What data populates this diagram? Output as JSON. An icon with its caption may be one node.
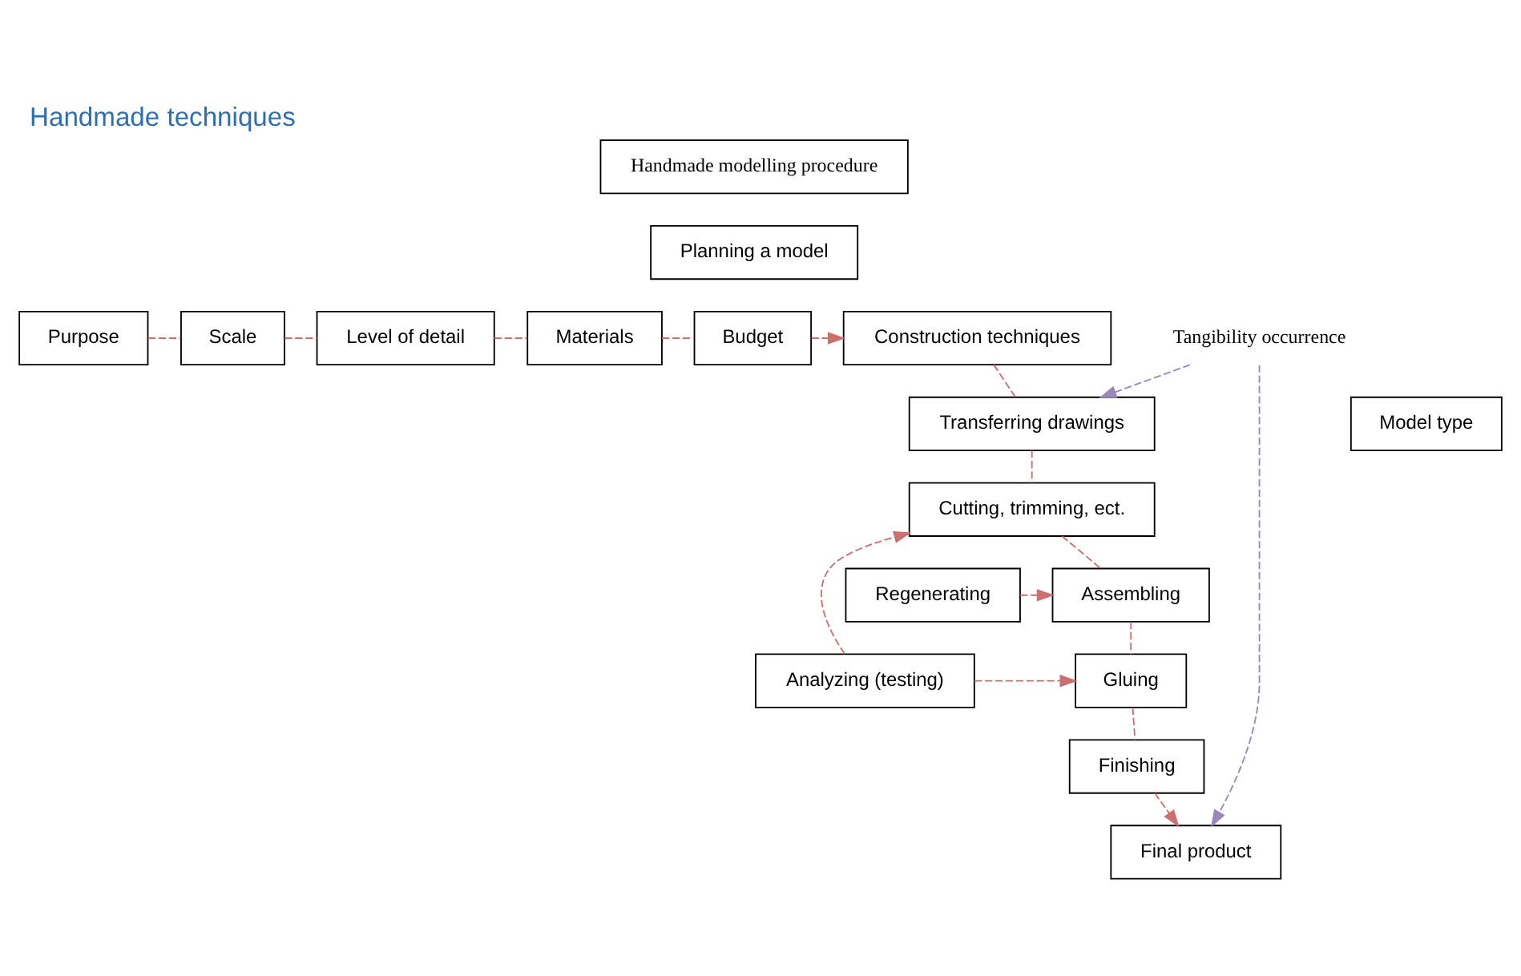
{
  "diagram": {
    "title": "Handmade techniques",
    "nodes": [
      {
        "text": [
          "Handmade modelling procedure"
        ]
      },
      {
        "text": [
          "Planning a model"
        ]
      },
      {
        "text": [
          "Purpose"
        ]
      },
      {
        "text": [
          "Scale"
        ]
      },
      {
        "text": [
          "Level of detail"
        ]
      },
      {
        "text": [
          "Materials"
        ]
      },
      {
        "text": [
          "Budget"
        ]
      },
      {
        "text": [
          "Construction techniques"
        ]
      },
      {
        "text": [
          "Model type"
        ]
      },
      {
        "text": [
          "Transferring drawings"
        ]
      },
      {
        "text": [
          "Cutting, trimming, ect."
        ]
      },
      {
        "text": [
          "Assembling"
        ]
      },
      {
        "text": [
          "Regenerating"
        ]
      },
      {
        "text": [
          "Gluing"
        ]
      },
      {
        "text": [
          "Analyzing (testing)"
        ]
      },
      {
        "text": [
          "Finishing"
        ]
      },
      {
        "text": [
          "Final product"
        ]
      },
      {
        "text": [
          "Tangibility occurrence"
        ]
      }
    ],
    "edges": [
      {
        "from": 2,
        "to": 3,
        "arrow": "none",
        "style": "dashed"
      },
      {
        "from": 3,
        "to": 4,
        "arrow": "none",
        "style": "dashed"
      },
      {
        "from": 4,
        "to": 5,
        "arrow": "none",
        "style": "dashed"
      },
      {
        "from": 5,
        "to": 6,
        "arrow": "none",
        "style": "dashed"
      },
      {
        "from": 6,
        "to": 7,
        "arrow": "to",
        "style": "dashed"
      },
      {
        "from": 7,
        "to": 9,
        "arrow": "none",
        "style": "dashed"
      },
      {
        "from": 9,
        "to": 10,
        "arrow": "none",
        "style": "dashed"
      },
      {
        "from": 10,
        "to": 11,
        "arrow": "none",
        "style": "dashed"
      },
      {
        "from": 11,
        "to": 13,
        "arrow": "none",
        "style": "dashed"
      },
      {
        "from": 13,
        "to": 15,
        "arrow": "none",
        "style": "dashed"
      },
      {
        "from": 15,
        "to": 16,
        "arrow": "to",
        "style": "dashed"
      },
      {
        "from": 14,
        "to": 10,
        "arrow": "to",
        "style": "dashed"
      },
      {
        "from": 12,
        "to": 11,
        "arrow": "to",
        "style": "dashed"
      },
      {
        "from": 14,
        "to": 13,
        "arrow": "to",
        "style": "dashed"
      },
      {
        "from": 17,
        "to": 9,
        "arrow": "to",
        "style": "dashed",
        "color": "#9a88b8"
      },
      {
        "from": 17,
        "to": 16,
        "arrow": "to",
        "style": "dashed",
        "color": "#9a88b8"
      }
    ]
  }
}
